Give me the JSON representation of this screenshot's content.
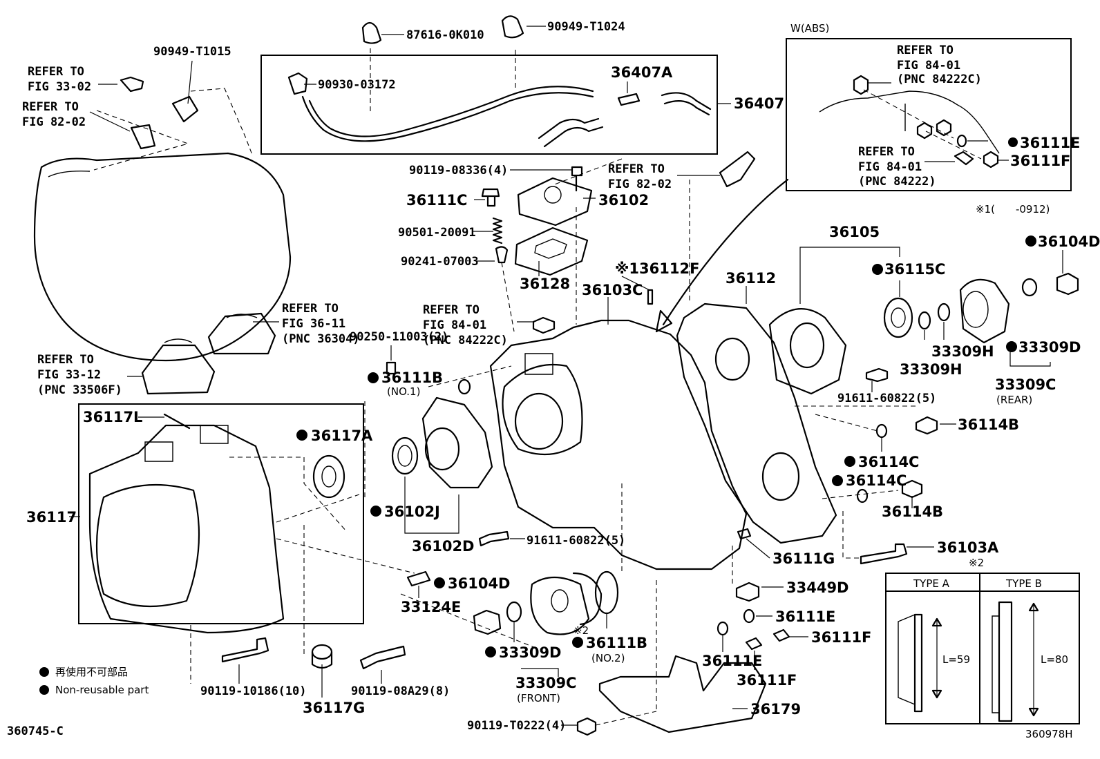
{
  "labels": {
    "p_87616_0K010": "87616-0K010",
    "p_90949_T1024": "90949-T1024",
    "p_90949_T1015": "90949-T1015",
    "p_90930_03172": "90930-03172",
    "p_36407A": "36407A",
    "p_36407": "36407",
    "refer_33_02_a": "REFER TO",
    "refer_33_02_b": "FIG 33-02",
    "refer_82_02_a": "REFER TO",
    "refer_82_02_b": "FIG 82-02",
    "p_90119_08336": "90119-08336(4)",
    "refer_82_02r_a": "REFER TO",
    "refer_82_02r_b": "FIG 82-02",
    "p_36111C": "36111C",
    "p_36102": "36102",
    "p_90501_20091": "90501-20091",
    "p_90241_07003": "90241-07003",
    "p_36128": "36128",
    "p_36112F": "※136112F",
    "p_36103C": "36103C",
    "p_36112": "36112",
    "p_36105": "36105",
    "p_36115C": "36115C",
    "p_36104D_r": "36104D",
    "p_33309H_a": "33309H",
    "p_33309H_b": "33309H",
    "p_33309D_r": "33309D",
    "p_33309C_r": "33309C",
    "rear": "(REAR)",
    "p_90250_11003": "90250-11003(2)",
    "refer_84_01_a": "REFER TO",
    "refer_84_01_b": "FIG 84-01",
    "refer_84_01_c": "(PNC 84222C)",
    "refer_36_11_a": "REFER TO",
    "refer_36_11_b": "FIG 36-11",
    "refer_36_11_c": "(PNC 36304)",
    "refer_33_12_a": "REFER TO",
    "refer_33_12_b": "FIG 33-12",
    "refer_33_12_c": "(PNC 33506F)",
    "p_36111B_1": "36111B",
    "no1": "(NO.1)",
    "p_91611_60822_r": "91611-60822(5)",
    "p_36114B_a": "36114B",
    "p_36114C_a": "36114C",
    "p_36114C_b": "36114C",
    "p_36114B_b": "36114B",
    "p_36117L": "36117L",
    "p_36117A": "36117A",
    "p_36117": "36117",
    "p_36102J": "36102J",
    "p_36102D": "36102D",
    "p_91611_60822_c": "91611-60822(5)",
    "p_36111G": "36111G",
    "p_36103A": "36103A",
    "p_33124E": "33124E",
    "p_36104D_c": "36104D",
    "p_33449D": "33449D",
    "p_36111E_a": "36111E",
    "p_36111F_a": "36111F",
    "p_36111E_b": "36111E",
    "p_36111F_b": "36111F",
    "p_33309D_c": "33309D",
    "p_36111B_2": "36111B",
    "no2": "(NO.2)",
    "p_33309C_c": "33309C",
    "front": "(FRONT)",
    "p_90119_10186": "90119-10186(10)",
    "p_36117G": "36117G",
    "p_90119_08A29": "90119-08A29(8)",
    "p_36179": "36179",
    "p_90119_T0222": "90119-T0222(4)",
    "legend_jp": "再使用不可部品",
    "legend_en": "Non-reusable part",
    "fig_code": "360745-C",
    "img_code": "360978H",
    "mark2": "※2",
    "mark2_b": "※2",
    "abs_title": "W(ABS)",
    "abs_refer1_a": "REFER TO",
    "abs_refer1_b": "FIG 84-01",
    "abs_refer1_c": "(PNC 84222C)",
    "abs_refer2_a": "REFER TO",
    "abs_refer2_b": "FIG 84-01",
    "abs_refer2_c": "(PNC 84222)",
    "abs_36111E": "36111E",
    "abs_36111F": "36111F",
    "mark1_range": "※1(　　-0912)",
    "type_a": "TYPE A",
    "type_b": "TYPE B",
    "l59": "L=59",
    "l80": "L=80"
  }
}
